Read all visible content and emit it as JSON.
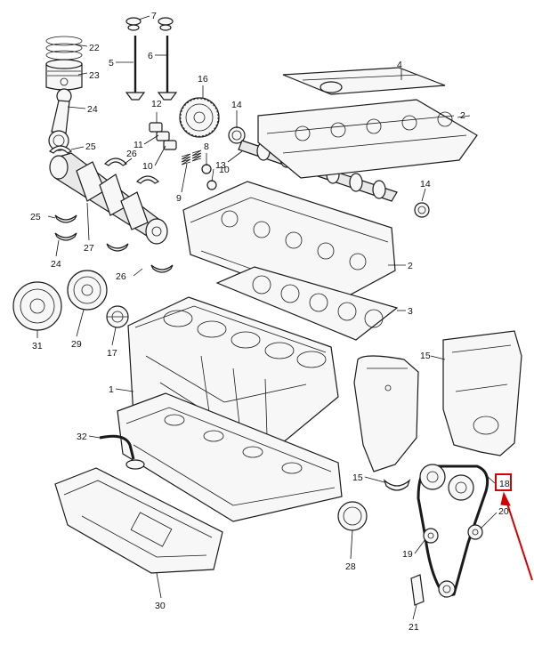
{
  "diagram": {
    "callouts": {
      "c1": "1",
      "c2a": "2",
      "c2b": "2",
      "c3": "3",
      "c4": "4",
      "c5": "5",
      "c6": "6",
      "c7": "7",
      "c8": "8",
      "c9": "9",
      "c10a": "10",
      "c10b": "10",
      "c11": "11",
      "c12": "12",
      "c13": "13",
      "c14a": "14",
      "c14b": "14",
      "c15a": "15",
      "c15b": "15",
      "c16": "16",
      "c17": "17",
      "c18": "18",
      "c19": "19",
      "c20": "20",
      "c21": "21",
      "c22": "22",
      "c23": "23",
      "c24a": "24",
      "c24b": "24",
      "c25a": "25",
      "c25b": "25",
      "c26a": "26",
      "c26b": "26",
      "c27": "27",
      "c28": "28",
      "c29": "29",
      "c30": "30",
      "c31": "31",
      "c32": "32"
    },
    "highlighted_callout": "18",
    "highlight_color": "#d40000",
    "line_color": "#1a1a1a"
  }
}
